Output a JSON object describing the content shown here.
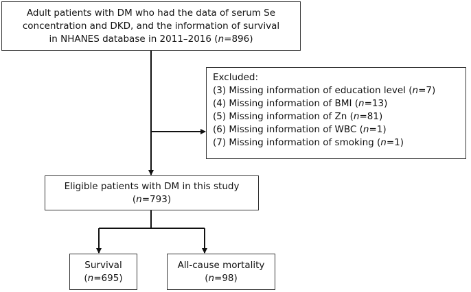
{
  "start_box": {
    "lines": [
      {
        "pre": "Adult patients with DM who had the data of serum Se",
        "n": "",
        "post": ""
      },
      {
        "pre": "concentration and DKD, and the information of survival",
        "n": "",
        "post": ""
      },
      {
        "pre": "in NHANES database in 2011–2016 (",
        "n": "n",
        "post": "=896)"
      }
    ]
  },
  "excluded_box": {
    "title": "Excluded:",
    "items": [
      {
        "pre": "(3) Missing information of education level (",
        "n": "n",
        "post": "=7)"
      },
      {
        "pre": "(4) Missing information of BMI (",
        "n": "n",
        "post": "=13)"
      },
      {
        "pre": "(5) Missing information of Zn (",
        "n": "n",
        "post": "=81)"
      },
      {
        "pre": "(6) Missing information of WBC (",
        "n": "n",
        "post": "=1)"
      },
      {
        "pre": "(7) Missing information of smoking (",
        "n": "n",
        "post": "=1)"
      }
    ]
  },
  "eligible_box": {
    "line1": "Eligible patients with DM in this study",
    "pre": "(",
    "n": "n",
    "post": "=793)"
  },
  "survival_box": {
    "line1": "Survival",
    "pre": "(",
    "n": "n",
    "post": "=695)"
  },
  "mortality_box": {
    "line1": "All-cause mortality",
    "pre": "(",
    "n": "n",
    "post": "=98)"
  }
}
